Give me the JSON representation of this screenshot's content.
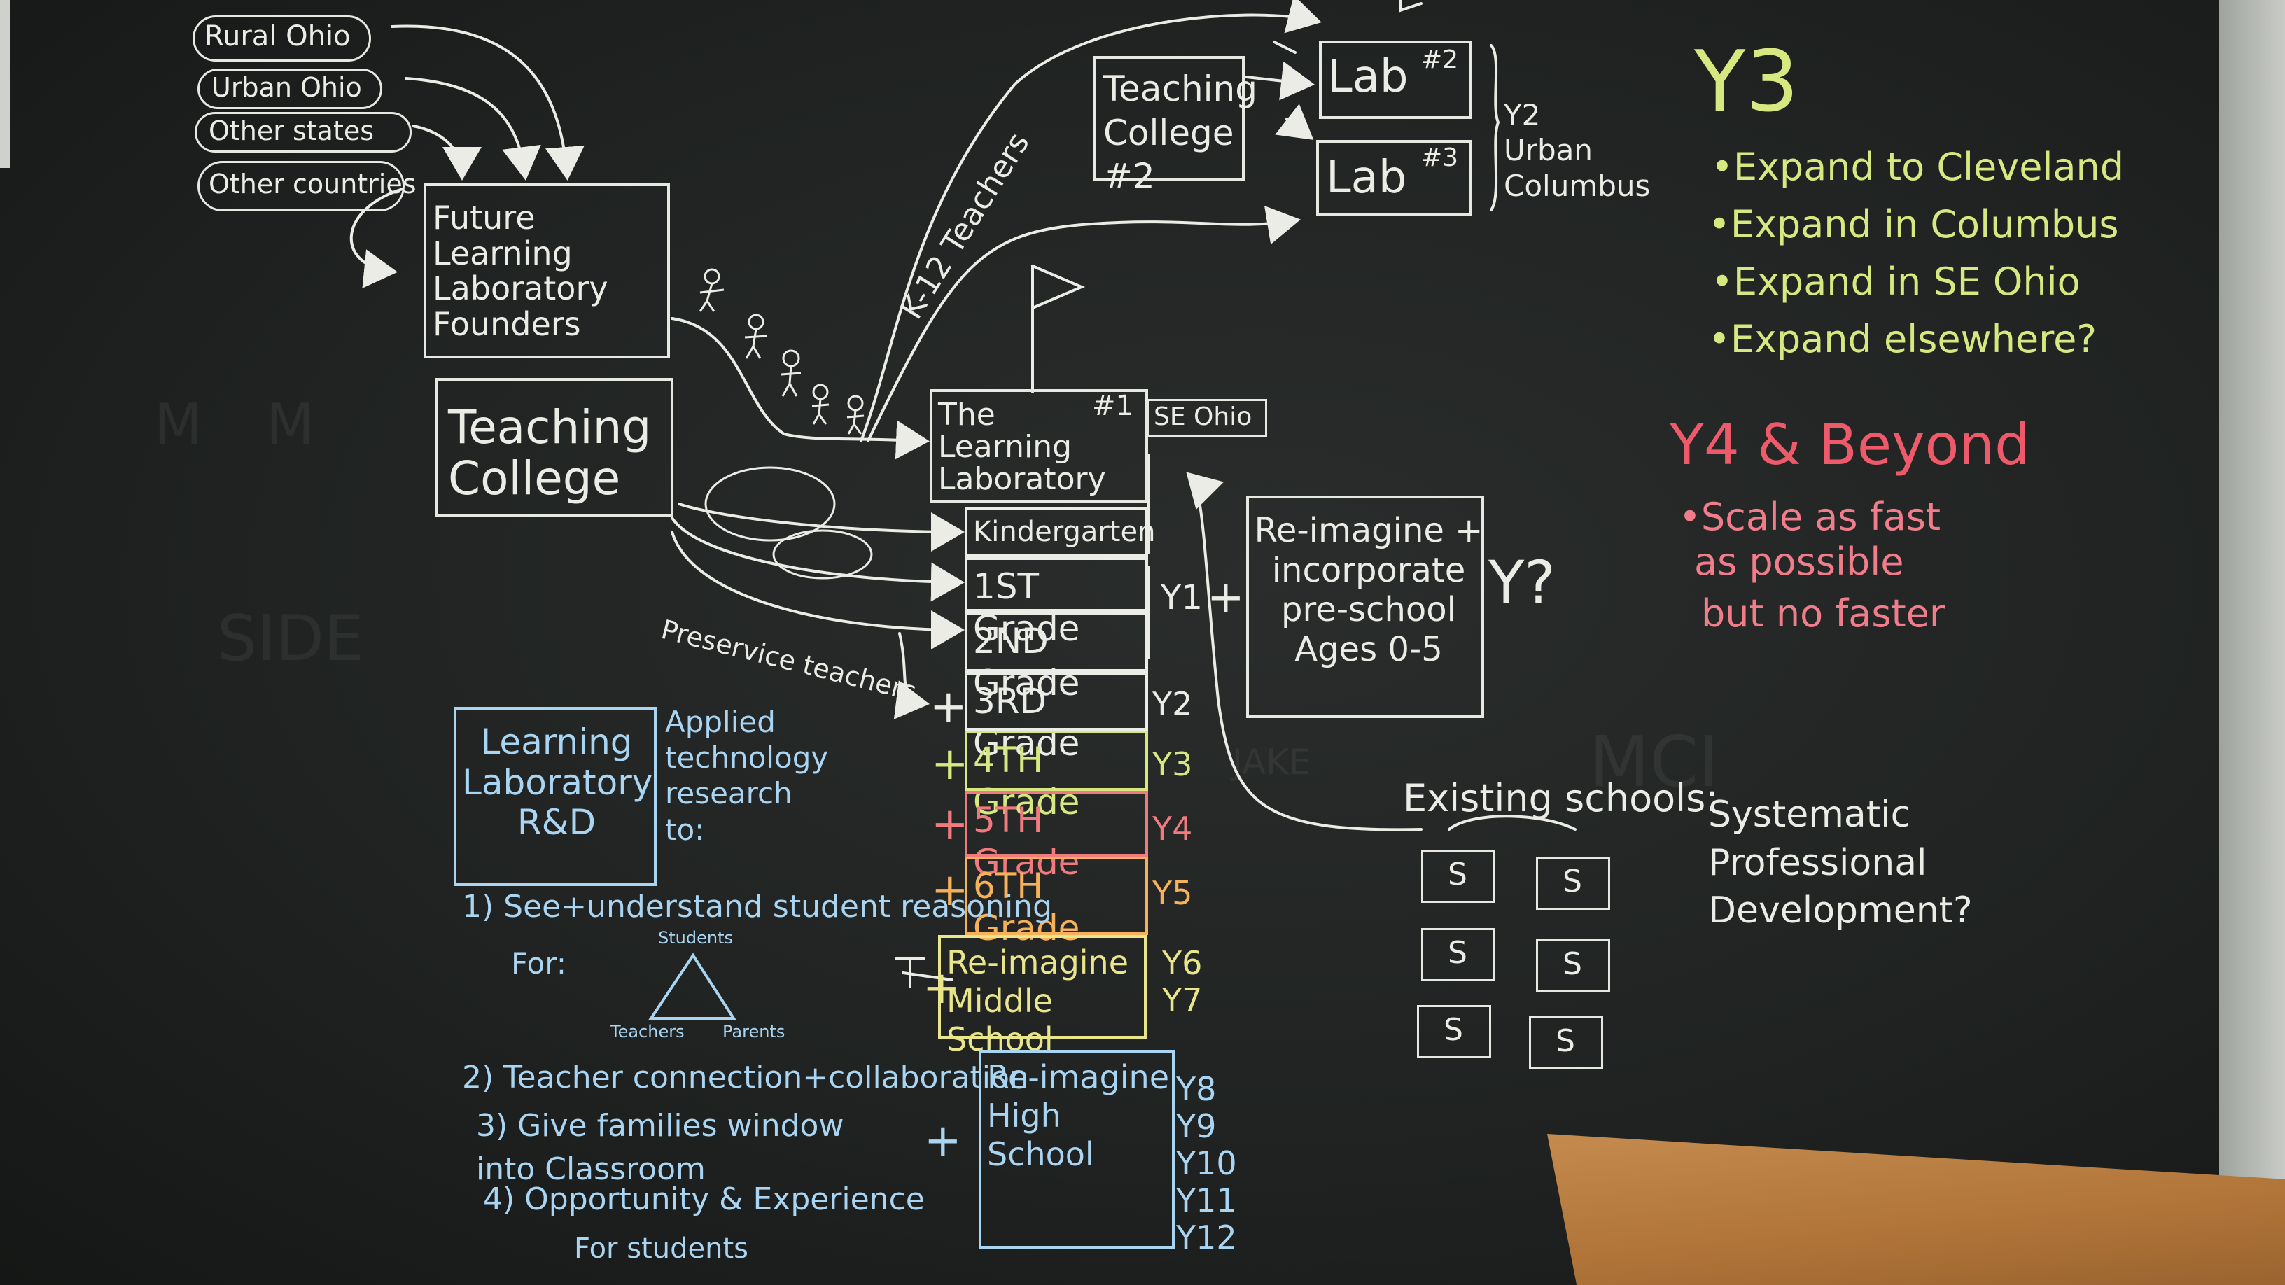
{
  "origins": [
    "Rural Ohio",
    "Urban Ohio",
    "Other states",
    "Other countries"
  ],
  "founders": "Future Learning Laboratory Founders",
  "teaching_college": "Teaching College",
  "preservice": "Preservice teachers",
  "k12_teachers": "K-12 Teachers",
  "teaching_college2": "Teaching College #2",
  "lab2": {
    "label": "Lab",
    "num": "#2"
  },
  "lab3": {
    "label": "Lab",
    "num": "#3"
  },
  "y2_note": "Y2 Urban Columbus",
  "learning_lab": {
    "title": "The Learning Laboratory",
    "num": "#1",
    "region": "SE Ohio"
  },
  "grades": [
    {
      "label": "Kindergarten",
      "year": "",
      "color": "#ecece6"
    },
    {
      "label": "1ST Grade",
      "year": "",
      "color": "#ecece6"
    },
    {
      "label": "2ND Grade",
      "year": "",
      "color": "#ecece6"
    },
    {
      "label": "3RD Grade",
      "year": "Y2",
      "color": "#ecece6"
    },
    {
      "label": "4TH Grade",
      "year": "Y3",
      "color": "#d8e880"
    },
    {
      "label": "5TH Grade",
      "year": "Y4",
      "color": "#f07a7e"
    },
    {
      "label": "6TH Grade",
      "year": "Y5",
      "color": "#f7b15a"
    },
    {
      "label": "Re-imagine Middle School",
      "year": "Y6 Y7",
      "color": "#e9e58a"
    },
    {
      "label": "Re-imagine High School",
      "year": "Y8 Y9 Y10 Y11 Y12",
      "color": "#a9d4f2"
    }
  ],
  "y1": "Y1",
  "plus": "+",
  "preschool": "Re-imagine + incorporate pre-school Ages 0-5",
  "preschool_year": "Y?",
  "rd_box": "Learning Laboratory R&D",
  "rd_intro": "Applied technology research to:",
  "rd_items": [
    "1) See+understand student reasoning",
    "For:",
    "2) Teacher connection+collaboration",
    "3) Give families window into Classroom",
    "4) Opportunity & Experience",
    "For students"
  ],
  "triangle_labels": [
    "Students",
    "Teachers",
    "Parents"
  ],
  "existing": "Existing schools:",
  "school_letter": "S",
  "spd": "Systematic Professional Development?",
  "y3": {
    "title": "Y3",
    "items": [
      "•Expand to Cleveland",
      "•Expand in Columbus",
      "•Expand in SE Ohio",
      "•Expand elsewhere?"
    ]
  },
  "y4": {
    "title": "Y4 & Beyond",
    "lines": [
      "•Scale as fast",
      "as possible",
      "but no faster"
    ]
  },
  "colors": {
    "chalk": "#ecece6",
    "y3_green": "#d8e880",
    "y4_red": "#ee5a6a",
    "blue": "#a9d4f2",
    "board": "#202322",
    "desk": "#b07438"
  }
}
